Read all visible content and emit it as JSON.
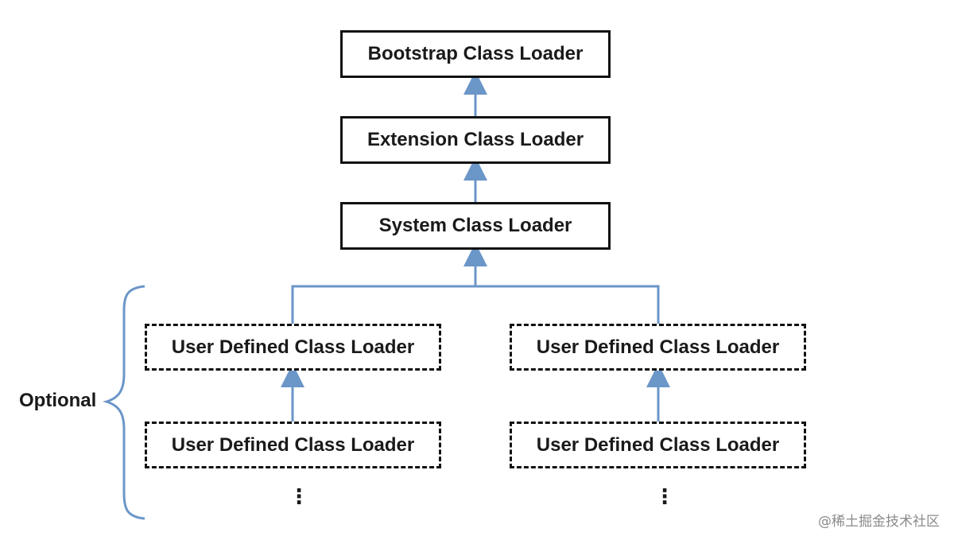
{
  "diagram": {
    "nodes": {
      "bootstrap": "Bootstrap Class Loader",
      "extension": "Extension Class Loader",
      "system": "System Class Loader",
      "user_left_top": "User Defined Class Loader",
      "user_right_top": "User Defined Class Loader",
      "user_left_bottom": "User Defined Class Loader",
      "user_right_bottom": "User Defined Class Loader"
    },
    "optional_label": "Optional",
    "continuation": "⋮",
    "edges": [
      {
        "from": "extension",
        "to": "bootstrap"
      },
      {
        "from": "system",
        "to": "extension"
      },
      {
        "from": "user_left_top",
        "to": "system"
      },
      {
        "from": "user_right_top",
        "to": "system"
      },
      {
        "from": "user_left_bottom",
        "to": "user_left_top"
      },
      {
        "from": "user_right_bottom",
        "to": "user_right_top"
      }
    ],
    "colors": {
      "arrow": "#6b96c8",
      "brace": "#6b96c8",
      "border": "#111111"
    }
  },
  "watermark": "@稀土掘金技术社区"
}
